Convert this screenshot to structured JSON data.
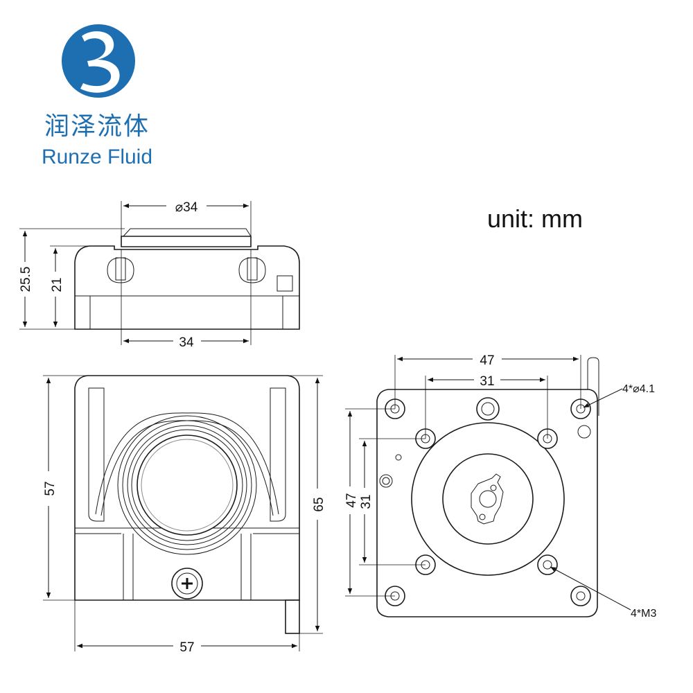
{
  "brand": {
    "name_cn": "润泽流体",
    "name_en": "Runze Fluid",
    "colors": {
      "primary": "#1e6fb2",
      "dark": "#0f3f7a"
    }
  },
  "unit_label": "unit: mm",
  "side_view": {
    "top_width": "⌀34",
    "bottom_width": "34",
    "height_total": "25.5",
    "height_body": "21"
  },
  "front_view": {
    "height": "57",
    "width": "57",
    "total_height": "65"
  },
  "rear_view": {
    "outer_hole_spacing": "47",
    "inner_hole_spacing": "31",
    "outer_vertical": "47",
    "inner_vertical": "31",
    "hole_callout": "4*⌀4.1",
    "thread_callout": "4*M3"
  }
}
